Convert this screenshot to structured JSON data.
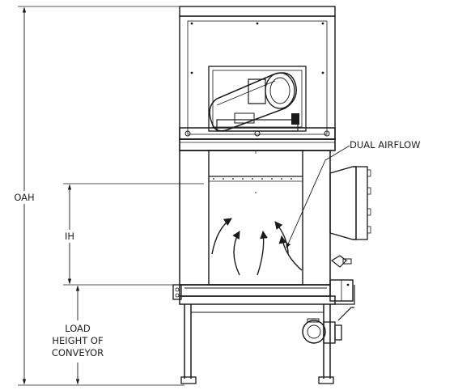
{
  "labels": {
    "oah": "OAH",
    "ih": "IH",
    "dual_airflow": "DUAL AIRFLOW",
    "load_height": [
      "LOAD",
      "HEIGHT OF",
      "CONVEYOR"
    ]
  }
}
